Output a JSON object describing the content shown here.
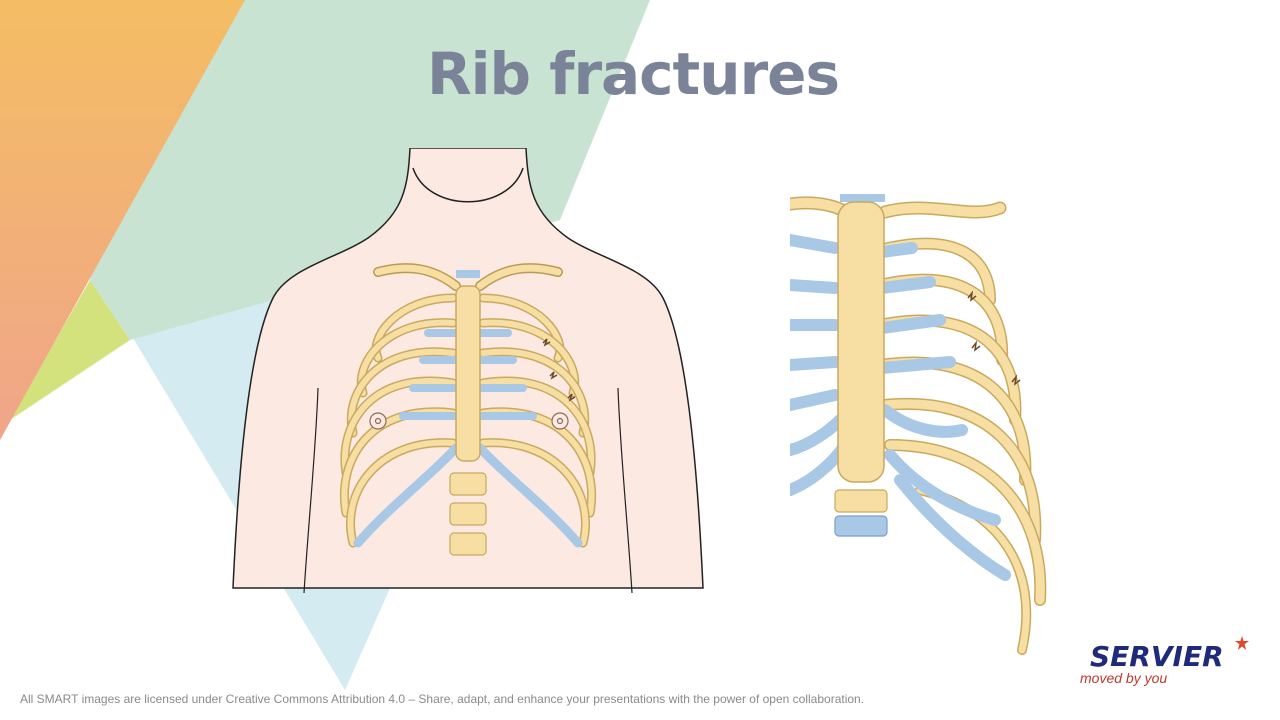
{
  "slide": {
    "title": "Rib fractures",
    "license_text": "All SMART images are licensed under Creative Commons Attribution 4.0 – Share, adapt, and enhance your presentations with the power of open collaboration."
  },
  "brand": {
    "name": "SERVIER",
    "tagline": "moved by you",
    "primary_color": "#1f2a7a",
    "accent_color": "#c0392b"
  },
  "colors": {
    "title": "#7a8398",
    "bone": "#f7dfa3",
    "cartilage": "#a9c8e6",
    "skin": "#fbe9e2",
    "bg_orange": "#f2b866",
    "bg_green": "#c4e0cf",
    "bg_blue": "#cce8ef",
    "bg_lime": "#cfe07a"
  },
  "figures": {
    "front": {
      "icon": "rib-cage-torso-illustration"
    },
    "side": {
      "icon": "rib-cage-oblique-illustration"
    }
  }
}
